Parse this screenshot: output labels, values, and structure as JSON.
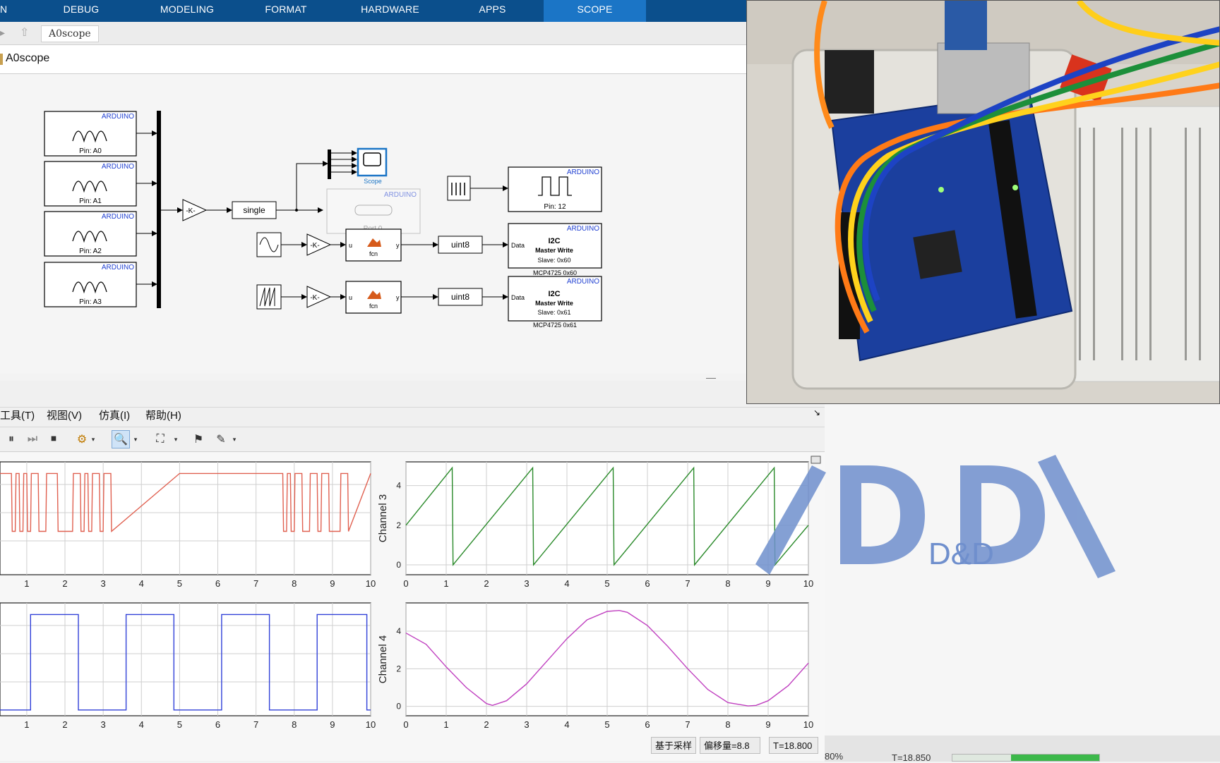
{
  "ribbon": {
    "tabs": [
      {
        "label": "N"
      },
      {
        "label": "DEBUG"
      },
      {
        "label": "MODELING"
      },
      {
        "label": "FORMAT"
      },
      {
        "label": "HARDWARE"
      },
      {
        "label": "APPS"
      },
      {
        "label": "SCOPE"
      }
    ],
    "active_tab": "SCOPE"
  },
  "address": {
    "path": "A0scope"
  },
  "model": {
    "title": "A0scope",
    "blocks": {
      "arduino": "ARDUINO",
      "pin_a0": "Pin: A0",
      "pin_a1": "Pin: A1",
      "pin_a2": "Pin: A2",
      "pin_a3": "Pin: A3",
      "gain": "-K-",
      "single": "single",
      "scope": "Scope",
      "port": "Port 0",
      "pin12": "Pin: 12",
      "fcn": "fcn",
      "u": "u",
      "y": "y",
      "uint8": "uint8",
      "data": "Data",
      "i2c": "I2C",
      "master_write": "Master Write",
      "slave_60": "Slave: 0x60",
      "slave_61": "Slave: 0x61",
      "mcp_60": "MCP4725 0x60",
      "mcp_61": "MCP4725 0x61"
    }
  },
  "scope_window": {
    "menu": [
      "工具(T)",
      "视图(V)",
      "仿真(I)",
      "帮助(H)"
    ],
    "status": {
      "sampling": "基于采样",
      "offset": "偏移量=8.8",
      "time": "T=18.800"
    }
  },
  "bottom_strip": {
    "zoom": "80%",
    "time": "T=18.850"
  },
  "watermark": {
    "text": "D&D"
  },
  "colors": {
    "ribbon_bg": "#0b4f8c",
    "ribbon_active": "#1b75c6",
    "arduino_blue": "#1f3fd1",
    "channel1": "#e06050",
    "channel2": "#3040d8",
    "channel3": "#2a8a2a",
    "channel4": "#c040c0"
  },
  "chart_data": [
    {
      "type": "line",
      "title": "",
      "xlabel": "",
      "ylabel": "",
      "x_ticks": [
        1,
        2,
        3,
        4,
        5,
        6,
        7,
        8,
        9,
        10
      ],
      "xlim": [
        0.3,
        10
      ],
      "series": [
        {
          "values_description_free": true,
          "x": [
            0.3,
            0.6,
            0.62,
            0.7,
            0.72,
            0.8,
            0.82,
            0.9,
            0.92,
            1.0,
            1.02,
            1.1,
            1.12,
            1.3,
            1.32,
            1.5,
            1.52,
            1.8,
            1.82,
            2.2,
            2.22,
            2.4,
            2.42,
            2.5,
            2.52,
            2.6,
            2.62,
            2.7,
            2.72,
            2.9,
            2.92,
            3.0,
            3.02,
            3.2,
            3.22,
            5.0,
            5.05,
            7.7,
            7.72,
            7.8,
            7.82,
            7.9,
            7.92,
            8.0,
            8.02,
            8.2,
            8.22,
            8.4,
            8.42,
            8.6,
            8.62,
            8.7,
            8.72,
            8.9,
            8.92,
            9.2,
            9.22,
            9.4,
            9.42,
            10.0
          ],
          "values": [
            1,
            1,
            0,
            0,
            1,
            1,
            0,
            0,
            1,
            1,
            0,
            0,
            1,
            1,
            0,
            0,
            1,
            1,
            0,
            0,
            1,
            1,
            0,
            0,
            1,
            1,
            0,
            0,
            1,
            1,
            0,
            0,
            1,
            1,
            0,
            1,
            1,
            1,
            0,
            0,
            1,
            1,
            0,
            0,
            1,
            1,
            0,
            0,
            1,
            1,
            0,
            0,
            1,
            1,
            0,
            0,
            1,
            1,
            0,
            1
          ]
        }
      ]
    },
    {
      "type": "line",
      "title": "",
      "xlabel": "",
      "ylabel": "Channel 3",
      "x_ticks": [
        0,
        1,
        2,
        3,
        4,
        5,
        6,
        7,
        8,
        9,
        10
      ],
      "y_ticks": [
        0,
        2,
        4
      ],
      "xlim": [
        0,
        10
      ],
      "ylim": [
        -0.5,
        5.2
      ],
      "series": [
        {
          "x": [
            0,
            1.15,
            1.17,
            3.15,
            3.17,
            5.15,
            5.17,
            7.15,
            7.17,
            9.15,
            9.17,
            10
          ],
          "values": [
            2.0,
            4.9,
            0,
            4.9,
            0,
            4.9,
            0,
            4.9,
            0,
            4.9,
            0,
            2.0
          ]
        }
      ]
    },
    {
      "type": "line",
      "title": "",
      "xlabel": "",
      "ylabel": "",
      "x_ticks": [
        1,
        2,
        3,
        4,
        5,
        6,
        7,
        8,
        9,
        10
      ],
      "xlim": [
        0.3,
        10
      ],
      "series": [
        {
          "x": [
            0.3,
            1.1,
            1.1,
            2.35,
            2.35,
            3.6,
            3.6,
            4.85,
            4.85,
            6.1,
            6.1,
            7.35,
            7.35,
            8.6,
            8.6,
            9.9,
            9.9,
            10
          ],
          "values": [
            0,
            0,
            1,
            1,
            0,
            0,
            1,
            1,
            0,
            0,
            1,
            1,
            0,
            0,
            1,
            1,
            0,
            0
          ]
        }
      ]
    },
    {
      "type": "line",
      "title": "",
      "xlabel": "",
      "ylabel": "Channel 4",
      "x_ticks": [
        0,
        1,
        2,
        3,
        4,
        5,
        6,
        7,
        8,
        9,
        10
      ],
      "y_ticks": [
        0,
        2,
        4
      ],
      "xlim": [
        0,
        10
      ],
      "ylim": [
        -0.5,
        5.5
      ],
      "series": [
        {
          "x": [
            0,
            0.5,
            1.0,
            1.5,
            2.0,
            2.15,
            2.5,
            3.0,
            3.5,
            4.0,
            4.5,
            5.0,
            5.3,
            5.5,
            6.0,
            6.5,
            7.0,
            7.5,
            8.0,
            8.5,
            8.7,
            9.0,
            9.5,
            10
          ],
          "values": [
            3.9,
            3.3,
            2.1,
            1.0,
            0.15,
            0.05,
            0.3,
            1.2,
            2.4,
            3.6,
            4.6,
            5.05,
            5.1,
            5.0,
            4.3,
            3.2,
            2.0,
            0.9,
            0.2,
            0.02,
            0.05,
            0.3,
            1.1,
            2.3
          ]
        }
      ]
    }
  ]
}
